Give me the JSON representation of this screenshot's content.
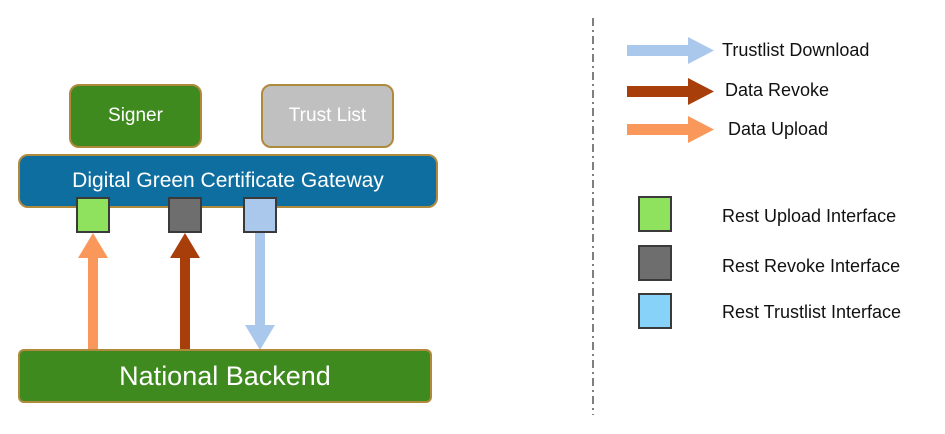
{
  "nodes": {
    "signer": "Signer",
    "trust_list": "Trust List",
    "gateway": "Digital Green Certificate Gateway",
    "national_backend": "National Backend"
  },
  "legend": {
    "arrows": [
      {
        "label": "Trustlist Download",
        "color": "#a9c8ec"
      },
      {
        "label": "Data Revoke",
        "color": "#a83e0a"
      },
      {
        "label": "Data Upload",
        "color": "#f9985a"
      }
    ],
    "interfaces": [
      {
        "label": "Rest Upload Interface",
        "color": "#8fe25e"
      },
      {
        "label": "Rest Revoke Interface",
        "color": "#6e6e6e"
      },
      {
        "label": "Rest Trustlist Interface",
        "color": "#86d2f8"
      }
    ]
  },
  "colors": {
    "gateway": "#0f6ea0",
    "green_box": "#3f8a1f",
    "trust_list_box": "#c0c0c0",
    "border": "#b08a3c"
  }
}
